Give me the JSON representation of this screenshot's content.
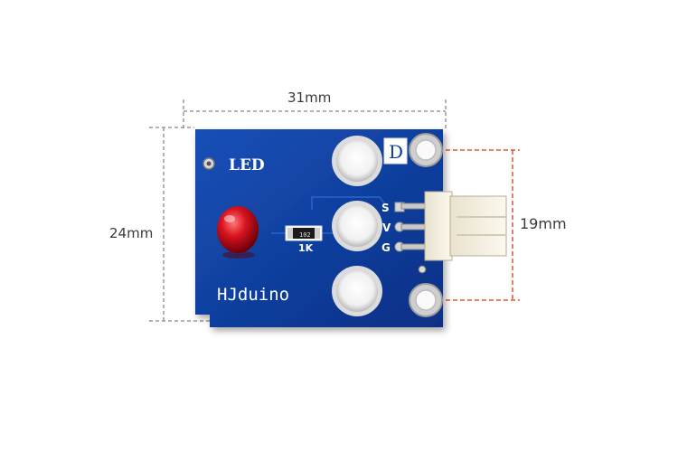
{
  "dimensions": {
    "width_label": "31mm",
    "height_label": "24mm",
    "hole_spacing_label": "19mm"
  },
  "board": {
    "title": "LED",
    "brand": "HJduino",
    "pad_label": "D",
    "resistor_label": "1K",
    "resistor_code": "102",
    "pins": [
      "S",
      "V",
      "G"
    ],
    "color": "#0a3d9a"
  },
  "colors": {
    "guide_line": "#9a9a9a",
    "hole_guide": "#e8572a",
    "led_red": "#c8101c"
  }
}
